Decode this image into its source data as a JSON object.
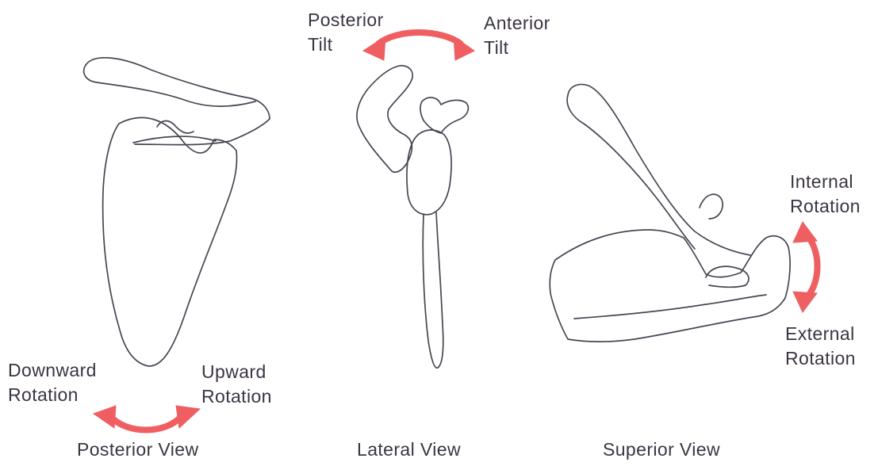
{
  "labels": {
    "posterior_tilt": [
      "Posterior",
      "Tilt"
    ],
    "anterior_tilt": [
      "Anterior",
      "Tilt"
    ],
    "internal_rotation": [
      "Internal",
      "Rotation"
    ],
    "external_rotation": [
      "External",
      "Rotation"
    ],
    "downward_rotation": [
      "Downward",
      "Rotation"
    ],
    "upward_rotation": [
      "Upward",
      "Rotation"
    ]
  },
  "views": {
    "posterior": "Posterior View",
    "lateral": "Lateral View",
    "superior": "Superior View"
  },
  "colors": {
    "arrow": "#ef5f62",
    "outline": "#4a4452",
    "text": "#3b3442"
  }
}
